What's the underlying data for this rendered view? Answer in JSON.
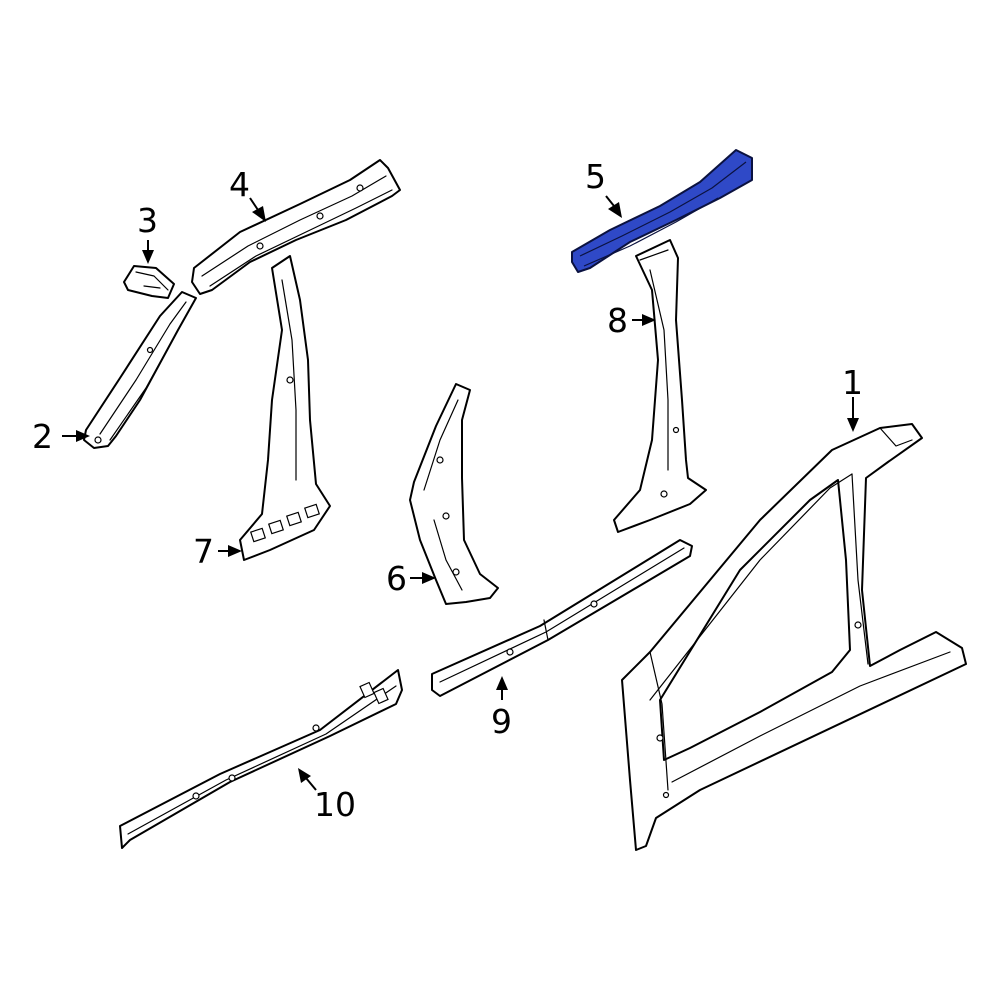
{
  "diagram": {
    "highlight_color": "#2f49c7",
    "callouts": [
      {
        "part": "1",
        "label": "1"
      },
      {
        "part": "2",
        "label": "2"
      },
      {
        "part": "3",
        "label": "3"
      },
      {
        "part": "4",
        "label": "4"
      },
      {
        "part": "5",
        "label": "5"
      },
      {
        "part": "6",
        "label": "6"
      },
      {
        "part": "7",
        "label": "7"
      },
      {
        "part": "8",
        "label": "8"
      },
      {
        "part": "9",
        "label": "9"
      },
      {
        "part": "10",
        "label": "10"
      }
    ],
    "highlighted_part": "5"
  }
}
